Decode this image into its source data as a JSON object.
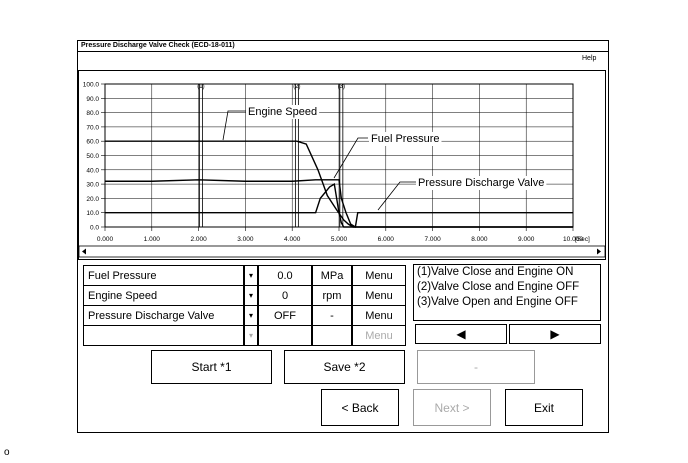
{
  "window": {
    "title": "Pressure Discharge Valve Check (ECD-18-011)",
    "help_label": "Help"
  },
  "chart_data": {
    "type": "line",
    "title": "",
    "xlabel": "[Sec]",
    "ylabel": "",
    "xlim": [
      0,
      10
    ],
    "ylim": [
      0,
      100
    ],
    "grid": true,
    "x_ticks": [
      "0.000",
      "1.000",
      "2.000",
      "3.000",
      "4.000",
      "5.000",
      "6.000",
      "7.000",
      "8.000",
      "9.000",
      "10.000"
    ],
    "y_ticks": [
      "0.0",
      "10.0",
      "20.0",
      "30.0",
      "40.0",
      "50.0",
      "60.0",
      "70.0",
      "80.0",
      "90.0",
      "100.0"
    ],
    "event_markers": [
      {
        "label": "(1)",
        "x": 2.05
      },
      {
        "label": "(2)",
        "x": 4.1
      },
      {
        "label": "(3)",
        "x": 5.05
      }
    ],
    "series": [
      {
        "name": "Engine Speed",
        "x": [
          0,
          4.1,
          4.3,
          4.55,
          4.75,
          4.95,
          5.1,
          5.2,
          5.3,
          10
        ],
        "y": [
          60,
          60,
          58,
          40,
          22,
          12,
          5,
          2,
          0,
          0
        ]
      },
      {
        "name": "Fuel Pressure",
        "x": [
          0,
          1,
          2,
          3,
          4,
          4.5,
          5.0,
          5.05,
          5.15,
          5.25,
          5.35,
          10
        ],
        "y": [
          32,
          32,
          33,
          32,
          32,
          33,
          33,
          20,
          10,
          2,
          0,
          0
        ]
      },
      {
        "name": "Pressure Discharge Valve",
        "x": [
          0,
          4.5,
          4.6,
          4.8,
          4.9,
          5.0,
          5.05,
          5.1,
          5.35,
          5.4,
          10
        ],
        "y": [
          10,
          10,
          20,
          28,
          30,
          10,
          3,
          0,
          0,
          10,
          10
        ]
      }
    ],
    "annotations": [
      "Engine Speed",
      "Fuel Pressure",
      "Pressure Discharge Valve"
    ]
  },
  "table": {
    "rows": [
      {
        "name": "Fuel Pressure",
        "value": "0.0",
        "unit": "MPa",
        "menu": "Menu"
      },
      {
        "name": "Engine Speed",
        "value": "0",
        "unit": "rpm",
        "menu": "Menu"
      },
      {
        "name": "Pressure Discharge Valve",
        "value": "OFF",
        "unit": "-",
        "menu": "Menu"
      },
      {
        "name": "",
        "value": "",
        "unit": "",
        "menu": "Menu"
      }
    ]
  },
  "legend": {
    "lines": [
      "(1)Valve Close and Engine ON",
      "(2)Valve Close and Engine OFF",
      "(3)Valve Open and Engine OFF"
    ]
  },
  "nav": {
    "prev_glyph": "◀",
    "next_glyph": "▶"
  },
  "buttons": {
    "start": "Start  *1",
    "save": "Save  *2",
    "third": "-",
    "back": "< Back",
    "next": "Next >",
    "exit": "Exit"
  },
  "footnote": "o"
}
